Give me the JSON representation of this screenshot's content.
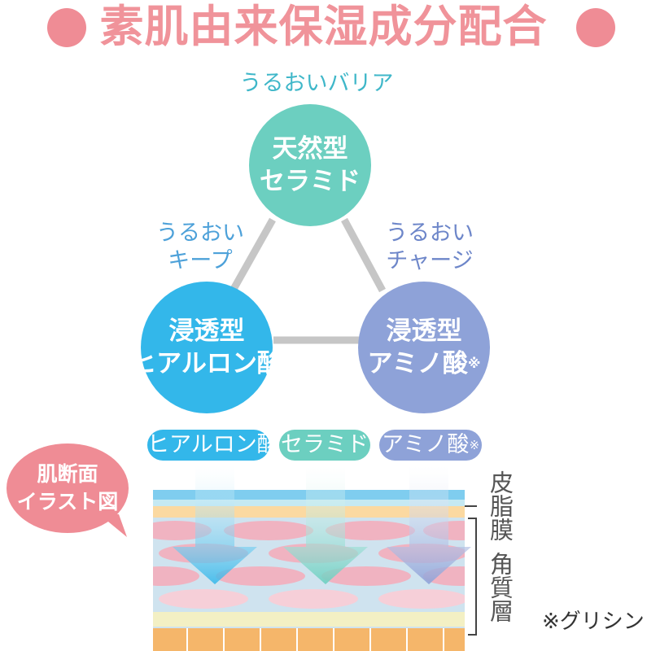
{
  "title": "素肌由来保湿成分配合",
  "colors": {
    "accent_pink": "#ef8c95",
    "teal": "#6ccfc0",
    "blue": "#33b7ea",
    "purple": "#8ea2d8",
    "connector_gray": "#c6c6c6"
  },
  "diagram": {
    "top": {
      "caption": "うるおいバリア",
      "line1": "天然型",
      "line2": "セラミド"
    },
    "left": {
      "caption1": "うるおい",
      "caption2": "キープ",
      "line1": "浸透型",
      "line2": "ヒアルロン酸"
    },
    "right": {
      "caption1": "うるおい",
      "caption2": "チャージ",
      "line1": "浸透型",
      "line2": "アミノ酸",
      "mark": "※"
    }
  },
  "pills": [
    {
      "label": "ヒアルロン酸",
      "mark": ""
    },
    {
      "label": "セラミド",
      "mark": ""
    },
    {
      "label": "アミノ酸",
      "mark": "※"
    }
  ],
  "illustration": {
    "bubble_line1": "肌断面",
    "bubble_line2": "イラスト図",
    "layer1_label": "皮脂膜",
    "layer2_label": "角質層"
  },
  "footnote": "※グリシン"
}
